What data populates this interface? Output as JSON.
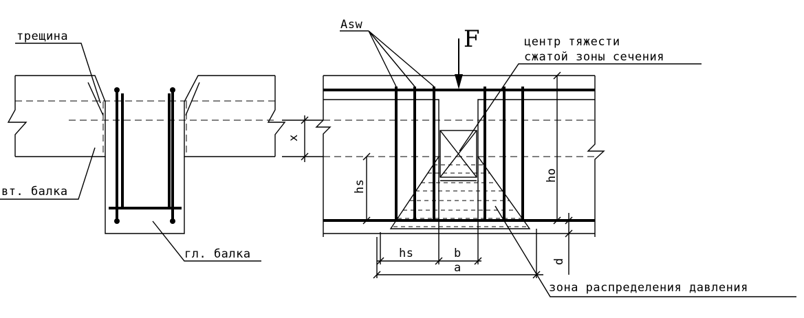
{
  "labels": {
    "crack": "трещина",
    "secondary_beam": "вт. балка",
    "main_beam": "гл. балка",
    "asw": "Asw",
    "force": "F",
    "centroid_line1": "центр тяжести",
    "centroid_line2": "сжатой зоны сечения",
    "pressure_zone": "зона распределения давления",
    "dim_x": "x",
    "dim_hs_vertical": "hs",
    "dim_h0": "ho",
    "dim_d": "d",
    "dim_hs": "hs",
    "dim_b": "b",
    "dim_a": "a"
  }
}
